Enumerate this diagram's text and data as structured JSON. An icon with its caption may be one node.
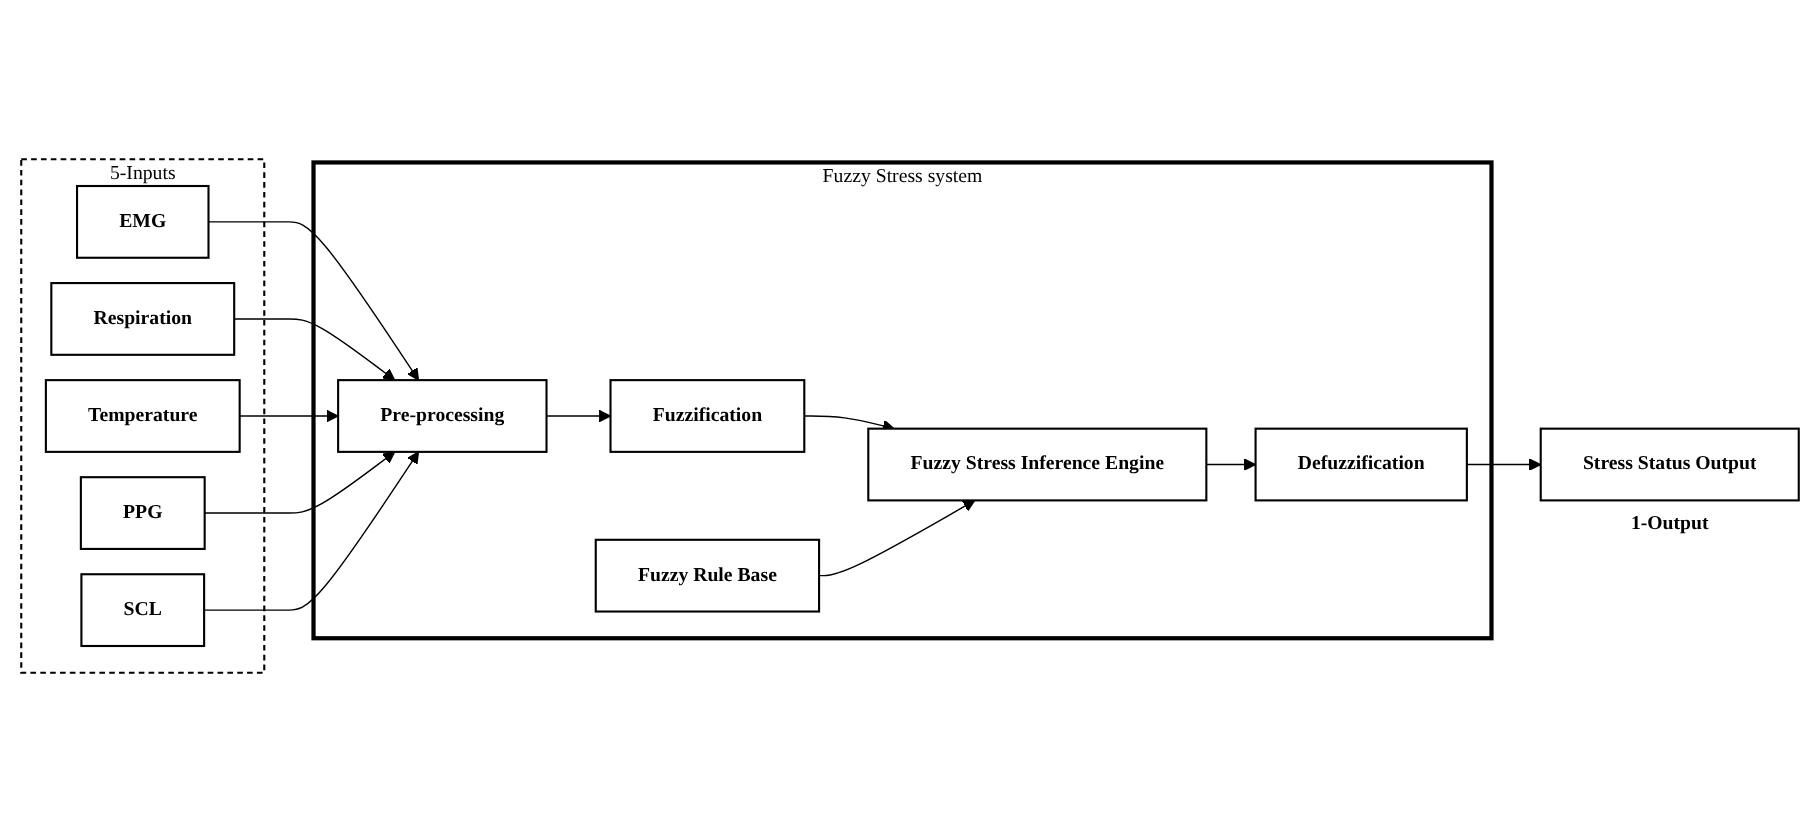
{
  "diagram": {
    "nodes": [
      {
        "text": [
          "5-Inputs"
        ]
      },
      {
        "text": [
          "EMG"
        ],
        "in": 0
      },
      {
        "text": [
          "Respiration"
        ],
        "in": 0
      },
      {
        "text": [
          "Temperature"
        ],
        "in": 0
      },
      {
        "text": [
          "PPG"
        ],
        "in": 0
      },
      {
        "text": [
          "SCL"
        ],
        "in": 0
      },
      {
        "text": [
          "Fuzzy Stress system"
        ]
      },
      {
        "text": [
          "Pre-processing"
        ],
        "in": 6
      },
      {
        "text": [
          "Fuzzy Rule Base"
        ],
        "in": 6
      },
      {
        "text": [
          "Fuzzification"
        ],
        "in": 6
      },
      {
        "text": [
          "Fuzzy Stress Inference Engine"
        ],
        "in": 6
      },
      {
        "text": [
          "Defuzzification"
        ],
        "in": 6
      },
      {
        "text": [
          "Stress Status Output"
        ],
        "beside": [
          "1-Output"
        ]
      }
    ],
    "edges": [
      {
        "from": 1,
        "to": 7,
        "arrow": "to"
      },
      {
        "from": 2,
        "to": 7,
        "arrow": "to"
      },
      {
        "from": 3,
        "to": 7,
        "arrow": "to"
      },
      {
        "from": 4,
        "to": 7,
        "arrow": "to"
      },
      {
        "from": 5,
        "to": 7,
        "arrow": "to"
      },
      {
        "from": 7,
        "to": 9,
        "arrow": "to"
      },
      {
        "from": 9,
        "to": 10,
        "arrow": "to"
      },
      {
        "from": 8,
        "to": 10,
        "arrow": "to"
      },
      {
        "from": 10,
        "to": 11,
        "arrow": "to"
      },
      {
        "from": 11,
        "to": 12,
        "arrow": "to"
      }
    ]
  }
}
